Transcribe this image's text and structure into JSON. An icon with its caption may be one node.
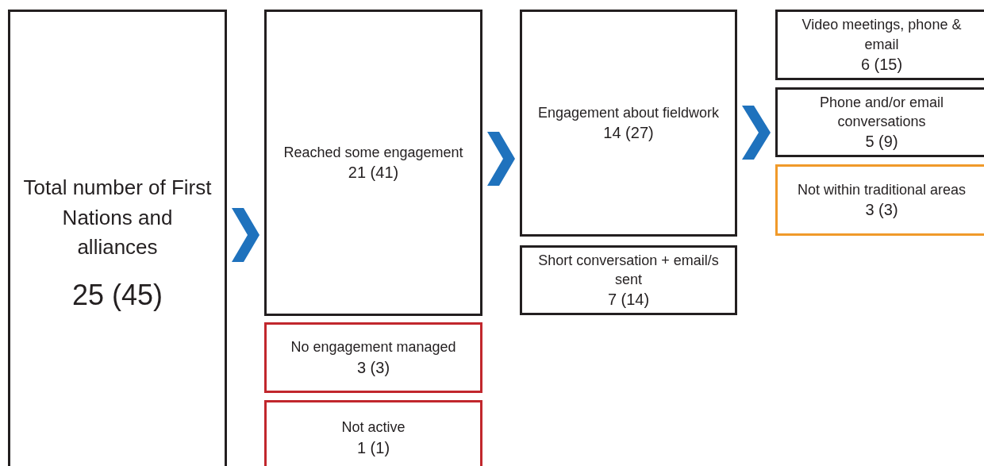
{
  "diagram": {
    "nodes": [
      {
        "text": [
          "Total number of First Nations and alliances",
          "25 (45)"
        ]
      },
      {
        "text": [
          "Reached some engagement",
          "21 (41)"
        ]
      },
      {
        "text": [
          "No engagement managed",
          "3 (3)"
        ]
      },
      {
        "text": [
          "Not active",
          "1 (1)"
        ]
      },
      {
        "text": [
          "Engagement about fieldwork",
          "14 (27)"
        ]
      },
      {
        "text": [
          "Short conversation + email/s sent",
          "7 (14)"
        ]
      },
      {
        "text": [
          "Video meetings, phone & email",
          "6 (15)"
        ]
      },
      {
        "text": [
          "Phone and/or email conversations",
          "5 (9)"
        ]
      },
      {
        "text": [
          "Not within traditional areas",
          "3 (3)"
        ]
      }
    ],
    "edges": [
      {
        "from": 0,
        "to": 1,
        "arrow": "to"
      },
      {
        "from": 1,
        "to": 4,
        "arrow": "to"
      },
      {
        "from": 4,
        "to": 6,
        "arrow": "to"
      },
      {
        "from": 4,
        "to": 7,
        "arrow": "to"
      },
      {
        "from": 4,
        "to": 8,
        "arrow": "to"
      }
    ]
  }
}
